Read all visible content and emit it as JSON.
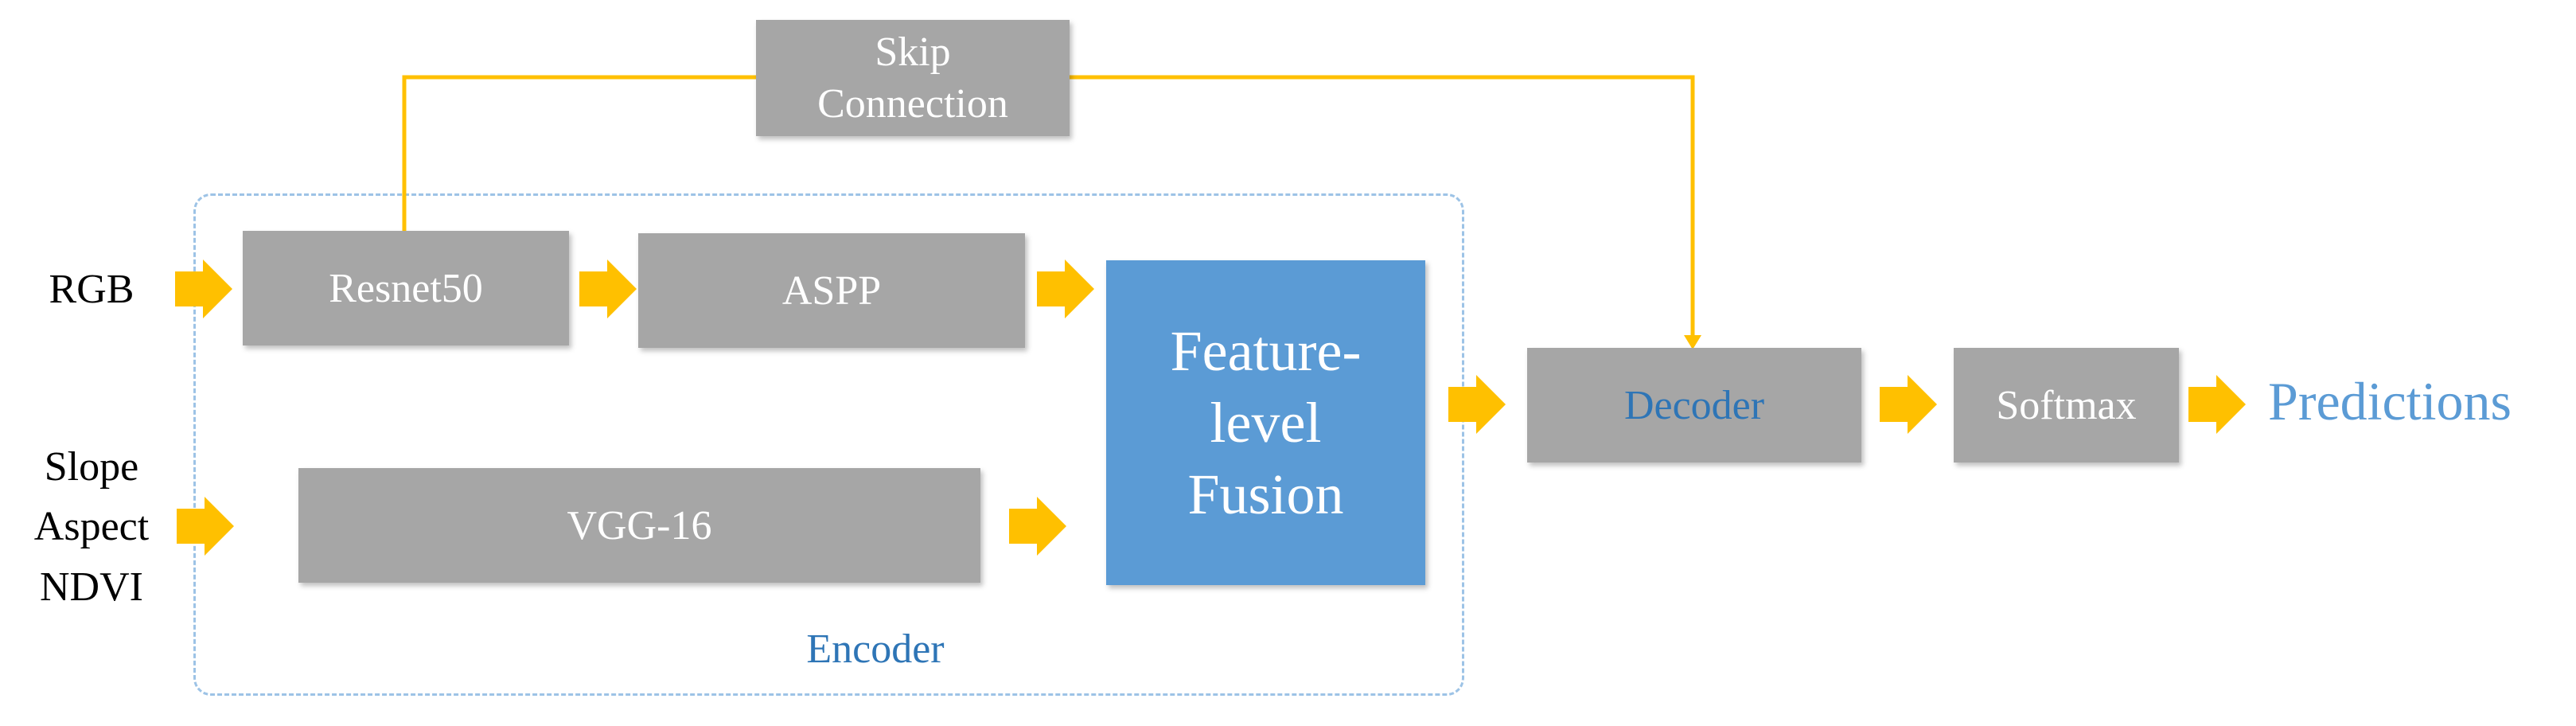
{
  "colors": {
    "block": "#a6a6a6",
    "fusion": "#5b9bd5",
    "arrow": "#ffc000",
    "encoder_border": "#9dc3e6",
    "accent_text": "#2e75b6"
  },
  "inputs": {
    "rgb": "RGB",
    "line1": "Slope",
    "line2": "Aspect",
    "line3": "NDVI"
  },
  "blocks": {
    "skip_line1": "Skip",
    "skip_line2": "Connection",
    "resnet": "Resnet50",
    "aspp": "ASPP",
    "vgg": "VGG-16",
    "fusion_line1": "Feature-",
    "fusion_line2": "level",
    "fusion_line3": "Fusion",
    "decoder": "Decoder",
    "softmax": "Softmax"
  },
  "encoder_label": "Encoder",
  "output_label": "Predictions"
}
